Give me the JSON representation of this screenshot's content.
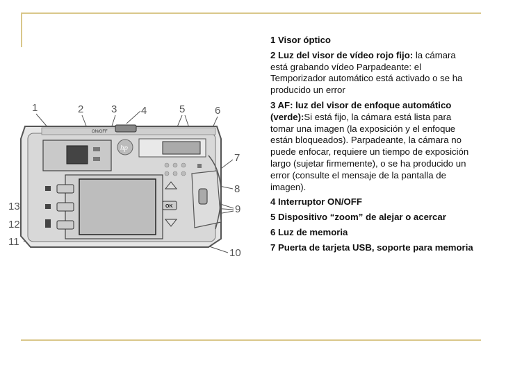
{
  "items": [
    {
      "bold": "1 Visor óptico",
      "text": ""
    },
    {
      "bold": "2 Luz del visor de vídeo rojo fijo:",
      "text": " la cámara está grabando vídeo Parpadeante: el Temporizador automático está activado o se ha producido un error"
    },
    {
      "bold": "3 AF: luz del visor de enfoque automático (verde):",
      "text": "Si está fijo, la cámara está lista para tomar una imagen (la exposición y el enfoque están bloqueados). Parpadeante, la cámara no puede enfocar, requiere un tiempo de exposición largo (sujetar firmemente), o se ha producido un error (consulte el mensaje de la pantalla de imagen)."
    },
    {
      "bold": "4 Interruptor ON/OFF",
      "text": ""
    },
    {
      "bold": "5 Dispositivo “zoom” de alejar o acercar",
      "text": ""
    },
    {
      "bold": "6 Luz de memoria",
      "text": ""
    },
    {
      "bold": "7 Puerta de tarjeta USB, soporte para memoria",
      "text": ""
    }
  ],
  "diagram": {
    "callouts": [
      "1",
      "2",
      "3",
      "4",
      "5",
      "6",
      "7",
      "8",
      "9",
      "10",
      "11",
      "12",
      "13"
    ],
    "switch_label": "ON/OFF",
    "ok_label": "OK",
    "brand_label": "hp"
  },
  "colors": {
    "rule": "#d9c78a",
    "body": "#d8d8d8",
    "screen": "#bdbdbd"
  }
}
